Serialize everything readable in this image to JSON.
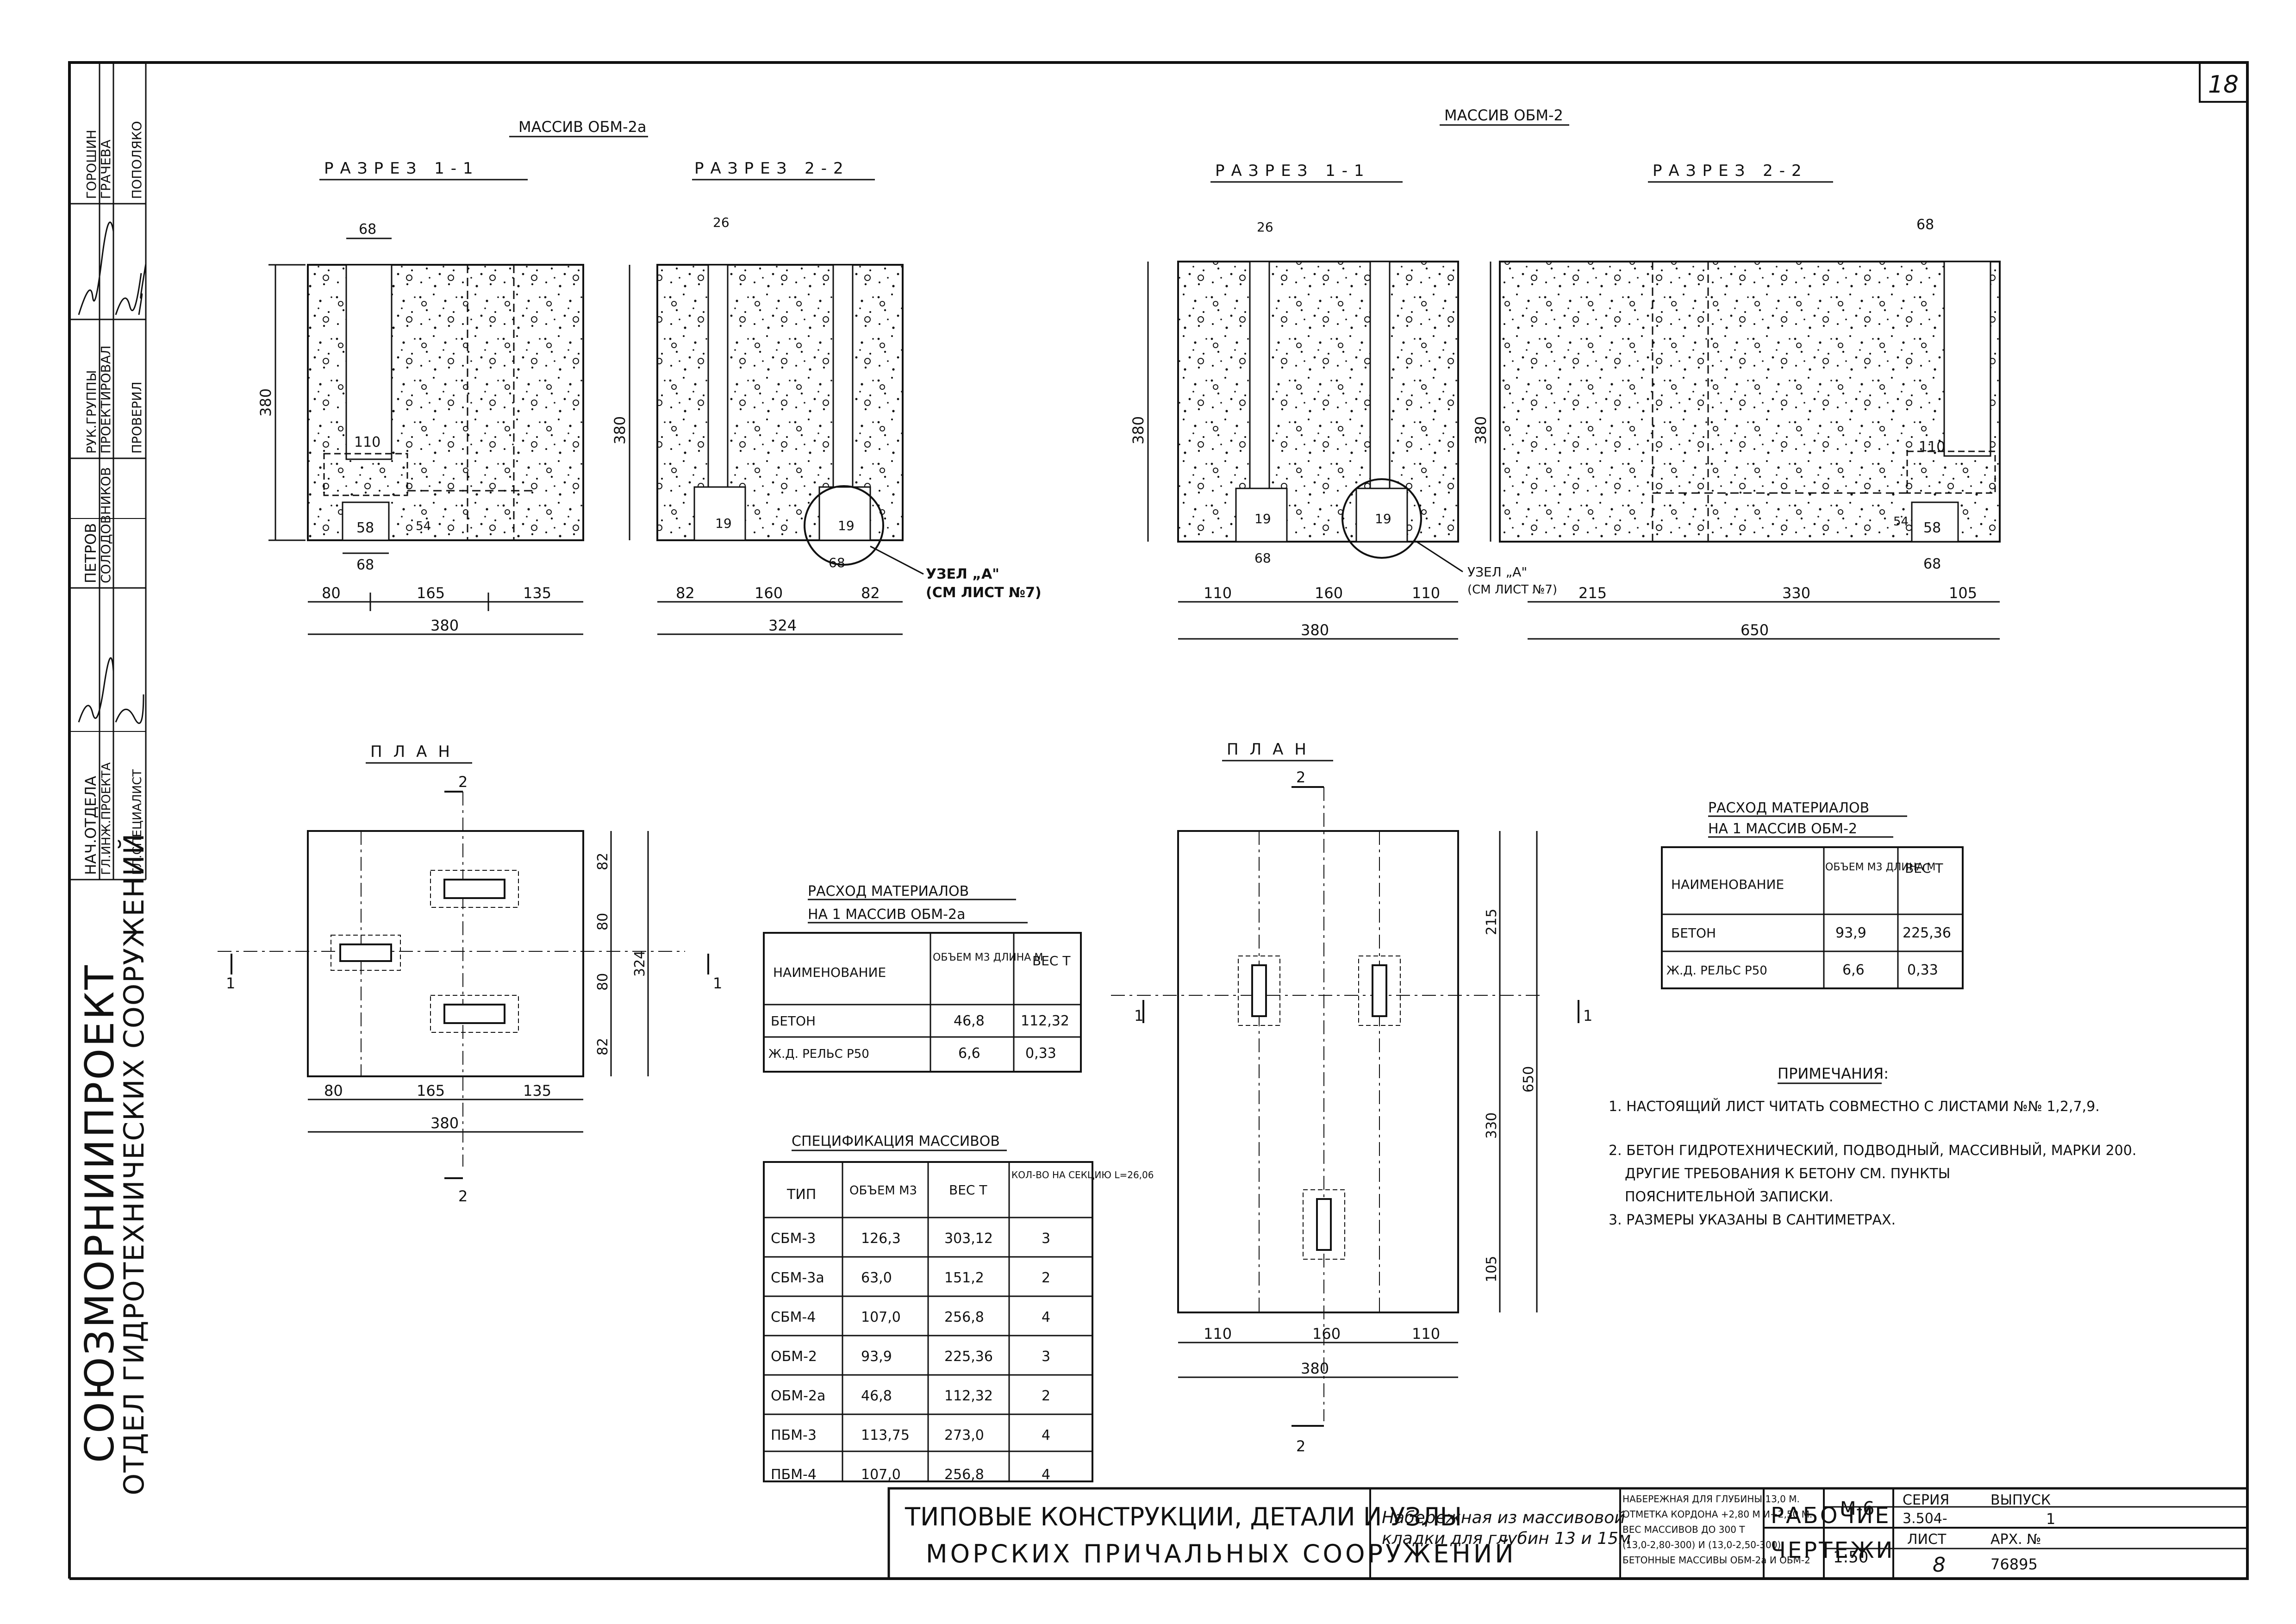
{
  "sheet_number": "18",
  "left_strip": {
    "org": "СОЮЗМОРНИИПРОЕКТ",
    "dept": "ОТДЕЛ ГИДРОТЕХНИЧЕСКИХ СООРУЖЕНИЙ",
    "roles": [
      "НАЧ.ОТДЕЛА",
      "ГЛ.ИНЖ.ПРОЕКТА",
      "ГЛ.СПЕЦИАЛИСТ",
      "РУК.ГРУППЫ",
      "ПРОЕКТИРОВАЛ",
      "ПРОВЕРИЛ"
    ],
    "names": [
      "ПЕТРОВ",
      "СОЛОДОВНИКОВ",
      "",
      "ГОРОШИН",
      "ГРАЧЕВА",
      "ПОПОЛЯКО"
    ]
  },
  "left_group": {
    "title": "МАССИВ ОБМ-2а",
    "s11": {
      "title": "РАЗРЕЗ 1-1",
      "h": "380",
      "top": "68",
      "mid": "110",
      "bot1": "58",
      "bot2": "68",
      "side": "54",
      "dims": [
        "80",
        "165",
        "135"
      ],
      "total": "380"
    },
    "s22": {
      "title": "РАЗРЕЗ 2-2",
      "h": "380",
      "top": "26",
      "bot1": "19",
      "bot2": "68",
      "dims": [
        "82",
        "160",
        "82"
      ],
      "total": "324",
      "node": "УЗЕЛ „А\"",
      "node_ref": "(СМ ЛИСТ №7)"
    },
    "plan": {
      "title": "ПЛАН",
      "cut1": "1",
      "cut2": "2",
      "right_dims": [
        "82",
        "80",
        "80",
        "82"
      ],
      "right_total": "324",
      "bottom_dims": [
        "80",
        "165",
        "135"
      ],
      "bottom_total": "380"
    }
  },
  "right_group": {
    "title": "МАССИВ ОБМ-2",
    "s11": {
      "title": "РАЗРЕЗ 1-1",
      "h": "380",
      "top": "26",
      "bot1": "19",
      "bot2": "68",
      "dims": [
        "110",
        "160",
        "110"
      ],
      "total": "380",
      "node": "УЗЕЛ „А\"",
      "node_ref": "(СМ ЛИСТ №7)"
    },
    "s22": {
      "title": "РАЗРЕЗ 2-2",
      "h": "380",
      "top": "68",
      "mid": "110",
      "bot1": "58",
      "bot2": "68",
      "side": "54",
      "dims": [
        "215",
        "330",
        "105"
      ],
      "total": "650"
    },
    "plan": {
      "title": "ПЛАН",
      "cut1": "1",
      "cut2": "2",
      "right_dims": [
        "215",
        "330",
        "105"
      ],
      "right_total": "650",
      "bottom_dims": [
        "110",
        "160",
        "110"
      ],
      "bottom_total": "380"
    }
  },
  "mat_table_left": {
    "title1": "РАСХОД МАТЕРИАЛОВ",
    "title2": "НА 1 МАССИВ ОБМ-2а",
    "headers": [
      "НАИМЕНОВАНИЕ",
      "ОБЪЕМ М3 ДЛИНА М",
      "ВЕС Т"
    ],
    "rows": [
      [
        "БЕТОН",
        "46,8",
        "112,32"
      ],
      [
        "Ж.Д. РЕЛЬС Р50",
        "6,6",
        "0,33"
      ]
    ]
  },
  "mat_table_right": {
    "title1": "РАСХОД МАТЕРИАЛОВ",
    "title2": "НА 1 МАССИВ ОБМ-2",
    "headers": [
      "НАИМЕНОВАНИЕ",
      "ОБЪЕМ М3 ДЛИНА М",
      "ВЕС Т"
    ],
    "rows": [
      [
        "БЕТОН",
        "93,9",
        "225,36"
      ],
      [
        "Ж.Д. РЕЛЬС Р50",
        "6,6",
        "0,33"
      ]
    ]
  },
  "spec_table": {
    "title": "СПЕЦИФИКАЦИЯ МАССИВОВ",
    "headers": [
      "ТИП",
      "ОБЪЕМ М3",
      "ВЕС Т",
      "КОЛ-ВО НА СЕКЦИЮ L=26,06"
    ],
    "rows": [
      [
        "СБМ-3",
        "126,3",
        "303,12",
        "3"
      ],
      [
        "СБМ-3а",
        "63,0",
        "151,2",
        "2"
      ],
      [
        "СБМ-4",
        "107,0",
        "256,8",
        "4"
      ],
      [
        "ОБМ-2",
        "93,9",
        "225,36",
        "3"
      ],
      [
        "ОБМ-2а",
        "46,8",
        "112,32",
        "2"
      ],
      [
        "ПБМ-3",
        "113,75",
        "273,0",
        "4"
      ],
      [
        "ПБМ-4",
        "107,0",
        "256,8",
        "4"
      ]
    ]
  },
  "notes": {
    "title": "ПРИМЕЧАНИЯ:",
    "items": [
      "1. НАСТОЯЩИЙ ЛИСТ ЧИТАТЬ СОВМЕСТНО С ЛИСТАМИ №№ 1,2,7,9.",
      "2. БЕТОН ГИДРОТЕХНИЧЕСКИЙ, ПОДВОДНЫЙ, МАССИВНЫЙ, МАРКИ 200.",
      "ДРУГИЕ ТРЕБОВАНИЯ К БЕТОНУ СМ. ПУНКТЫ",
      "ПОЯСНИТЕЛЬНОЙ ЗАПИСКИ.",
      "3. РАЗМЕРЫ УКАЗАНЫ В САНТИМЕТРАХ."
    ]
  },
  "title_block": {
    "main1": "ТИПОВЫЕ КОНСТРУКЦИИ, ДЕТАЛИ И УЗЛЫ",
    "main2": "МОРСКИХ ПРИЧАЛЬНЫХ СООРУЖЕНИЙ",
    "obj1": "Набережная из массивовой",
    "obj2": "кладки для глубин 13 и 15м",
    "desc": [
      "НАБЕРЕЖНАЯ ДЛЯ ГЛУБИНЫ 13,0 М.",
      "ОТМЕТКА КОРДОНА +2,80 М И+2,50 М.",
      "ВЕС МАССИВОВ ДО 300 Т",
      "(13,0-2,80-300) И (13,0-2,50-300)",
      "БЕТОННЫЕ МАССИВЫ ОБМ-2а И ОБМ-2"
    ],
    "stage1": "РАБОЧИЕ",
    "stage2": "ЧЕРТЕЖИ",
    "mark": "М-6",
    "scale": "1:50",
    "series_label": "СЕРИЯ",
    "series": "3.504-",
    "sheet_label": "ЛИСТ",
    "sheet": "8",
    "issue_label": "ВЫПУСК",
    "issue": "1",
    "arch_label": "АРХ. №",
    "arch": "76895"
  }
}
